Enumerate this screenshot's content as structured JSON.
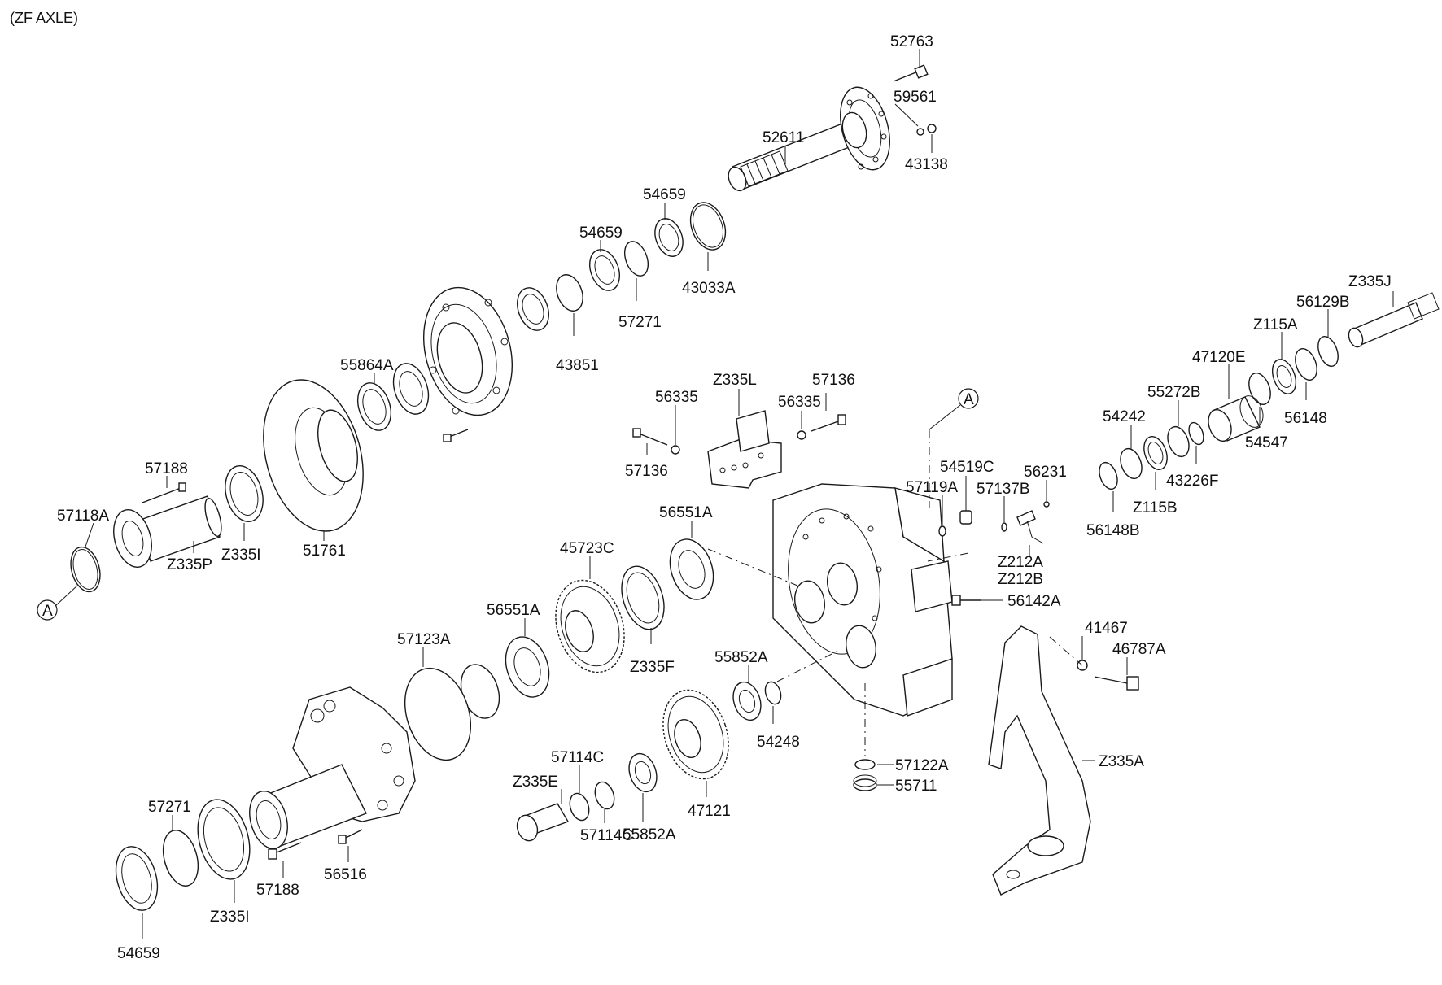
{
  "title": "(ZF AXLE)",
  "ref_marker": "A",
  "labels": {
    "p52763": "52763",
    "p59561": "59561",
    "p43138": "43138",
    "p52611": "52611",
    "p54659_a": "54659",
    "p54659_b": "54659",
    "p43033A": "43033A",
    "p57271_a": "57271",
    "p43851": "43851",
    "p55864A": "55864A",
    "p57188_a": "57188",
    "p57118A": "57118A",
    "pZ335P": "Z335P",
    "pZ335I_a": "Z335I",
    "p51761": "51761",
    "pZ335L": "Z335L",
    "p57136_a": "57136",
    "p56335_a": "56335",
    "p56335_b": "56335",
    "p57136_b": "57136",
    "p57119A": "57119A",
    "p54519C": "54519C",
    "p57137B": "57137B",
    "p56231": "56231",
    "pZ212A": "Z212A",
    "pZ212B": "Z212B",
    "p56142A": "56142A",
    "pZ335J": "Z335J",
    "p56129B": "56129B",
    "pZ115A_a": "Z115A",
    "p47120E": "47120E",
    "p55272B": "55272B",
    "p54242": "54242",
    "p56148": "56148",
    "p54547": "54547",
    "p43226F": "43226F",
    "pZ115B": "Z115B",
    "p56148B": "56148B",
    "p56551A_a": "56551A",
    "p45723C": "45723C",
    "p56551A_b": "56551A",
    "pZ335F": "Z335F",
    "p57123A": "57123A",
    "p55852A_a": "55852A",
    "p54248": "54248",
    "p41467": "41467",
    "p46787A": "46787A",
    "pZ335A": "Z335A",
    "p57122A": "57122A",
    "p55711": "55711",
    "p57114C_a": "57114C",
    "pZ335E": "Z335E",
    "p57114C_b": "57114C",
    "p55852A_b": "55852A",
    "p47121": "47121",
    "p57271_b": "57271",
    "p57188_b": "57188",
    "p56516": "56516",
    "pZ335I_b": "Z335I",
    "p54659_c": "54659"
  }
}
